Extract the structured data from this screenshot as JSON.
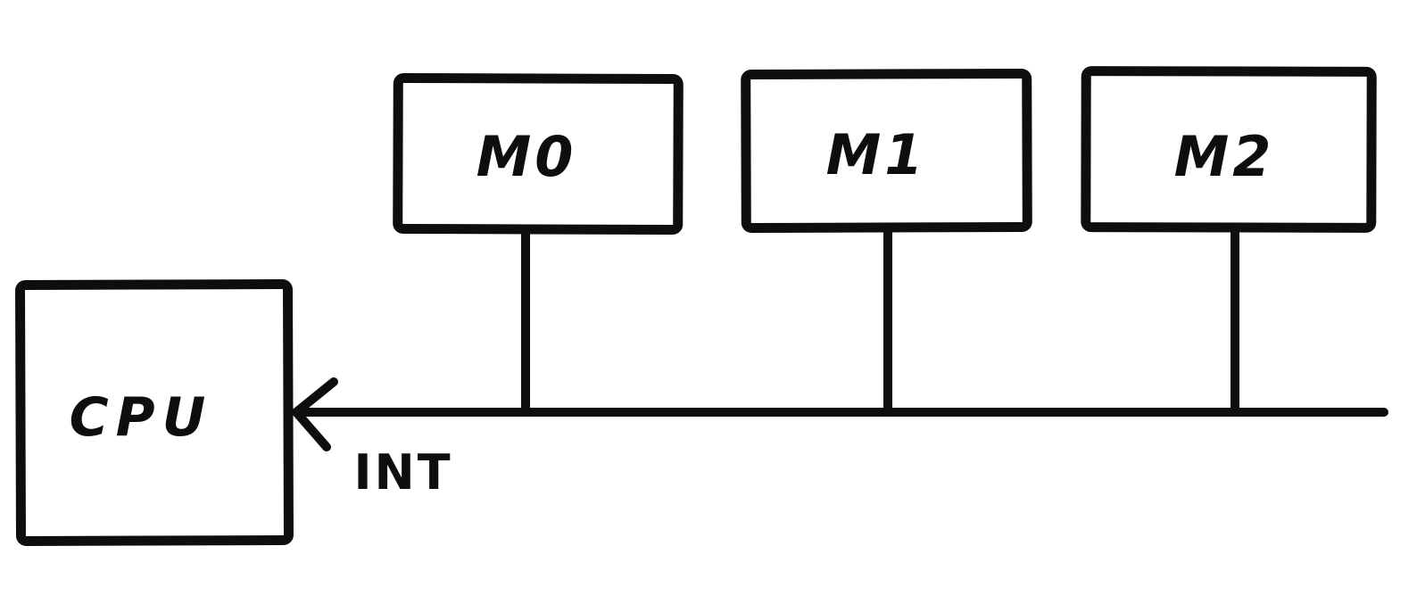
{
  "diagram": {
    "background_color": "#ffffff",
    "ink_color": "#0e0e0e",
    "cpu": {
      "label": "CPU"
    },
    "modules": [
      {
        "label": "M0"
      },
      {
        "label": "M1"
      },
      {
        "label": "M2"
      }
    ],
    "bus": {
      "arrow_label": "INT"
    }
  }
}
